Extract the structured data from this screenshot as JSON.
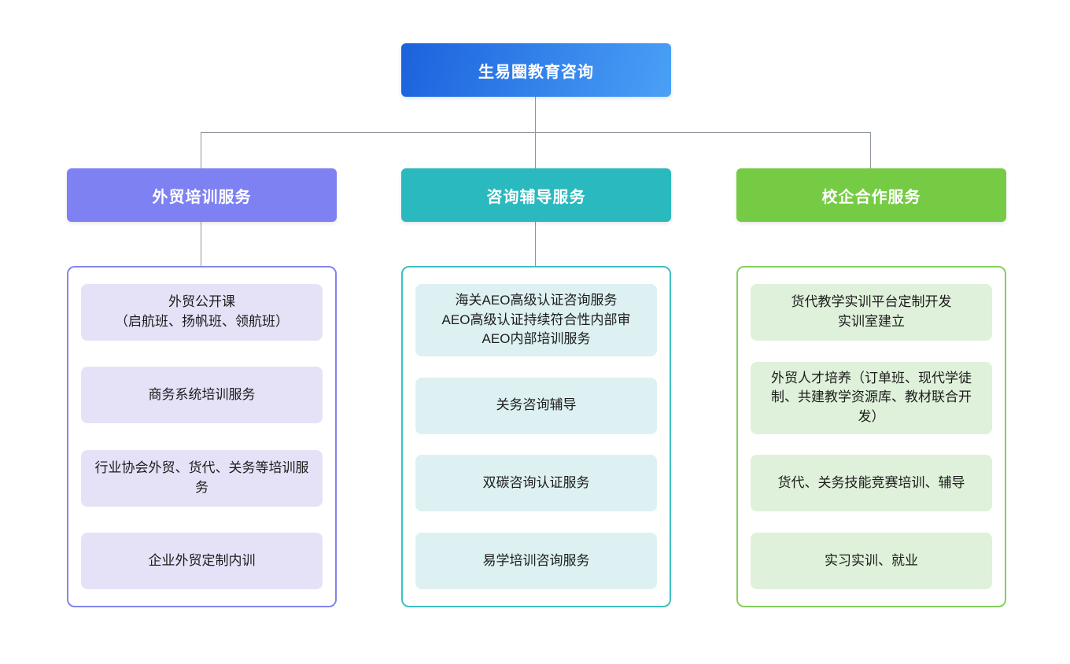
{
  "page": {
    "background": "#ffffff",
    "connector_color": "#8e959c"
  },
  "root_node": {
    "label": "生易圈教育咨询",
    "gradient_from": "#1b62dd",
    "gradient_to": "#4aa0f6",
    "text_color": "#ffffff"
  },
  "columns": [
    {
      "header": "外贸培训服务",
      "accent": "#7d81f2",
      "border": "#8286ee",
      "item_bg": "#e5e2f8",
      "items": [
        {
          "text": "外贸公开课\n（启航班、扬帆班、领航班）"
        },
        {
          "text": "商务系统培训服务"
        },
        {
          "text": "行业协会外贸、货代、关务等培训服务"
        },
        {
          "text": "企业外贸定制内训"
        }
      ]
    },
    {
      "header": "咨询辅导服务",
      "accent": "#2ab9be",
      "border": "#3dbfc3",
      "item_bg": "#def1f2",
      "items": [
        {
          "text": "海关AEO高级认证咨询服务\nAEO高级认证持续符合性内部审\nAEO内部培训服务"
        },
        {
          "text": "关务咨询辅导"
        },
        {
          "text": "双碳咨询认证服务"
        },
        {
          "text": "易学培训咨询服务"
        }
      ]
    },
    {
      "header": "校企合作服务",
      "accent": "#76cb44",
      "border": "#85cf5c",
      "item_bg": "#dff1da",
      "items": [
        {
          "text": "货代教学实训平台定制开发\n实训室建立"
        },
        {
          "text": "外贸人才培养（订单班、现代学徒制、共建教学资源库、教材联合开发）"
        },
        {
          "text": "货代、关务技能竞赛培训、辅导"
        },
        {
          "text": "实习实训、就业"
        }
      ]
    }
  ]
}
